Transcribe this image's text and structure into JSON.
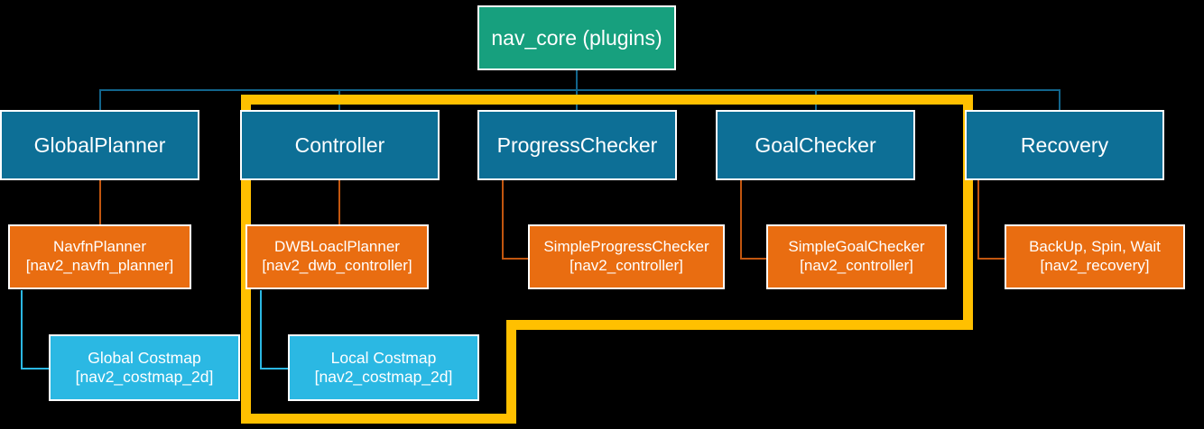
{
  "diagram": {
    "title_node": {
      "id": "nav-core",
      "label": "nav_core (plugins)",
      "color": "#17a07e"
    },
    "colors": {
      "green": "#17a07e",
      "blue": "#0d6f96",
      "orange": "#e96d11",
      "cyan": "#2bb8e3",
      "highlight": "#ffc000",
      "background": "#000000",
      "box_border": "#ffffff",
      "blue_line": "#12658c",
      "orange_line": "#c2560f",
      "cyan_line": "#2bb8e3",
      "text": "#ffffff"
    },
    "interfaces": [
      {
        "id": "global-planner",
        "label": "GlobalPlanner"
      },
      {
        "id": "controller",
        "label": "Controller"
      },
      {
        "id": "progress-checker",
        "label": "ProgressChecker"
      },
      {
        "id": "goal-checker",
        "label": "GoalChecker"
      },
      {
        "id": "recovery",
        "label": "Recovery"
      }
    ],
    "implementations": [
      {
        "id": "navfn-planner",
        "name": "NavfnPlanner",
        "package": "[nav2_navfn_planner]"
      },
      {
        "id": "dwb-local-planner",
        "name": "DWBLoaclPlanner",
        "package": "[nav2_dwb_controller]"
      },
      {
        "id": "simple-progress-checker",
        "name": "SimpleProgressChecker",
        "package": "[nav2_controller]"
      },
      {
        "id": "simple-goal-checker",
        "name": "SimpleGoalChecker",
        "package": "[nav2_controller]"
      },
      {
        "id": "recovery-behaviors",
        "name": "BackUp, Spin, Wait",
        "package": "[nav2_recovery]"
      }
    ],
    "costmaps": [
      {
        "id": "global-costmap",
        "name": "Global Costmap",
        "package": "[nav2_costmap_2d]"
      },
      {
        "id": "local-costmap",
        "name": "Local Costmap",
        "package": "[nav2_costmap_2d]"
      }
    ],
    "highlight": {
      "id": "controller-scope-highlight",
      "description": "yellow outline"
    }
  }
}
